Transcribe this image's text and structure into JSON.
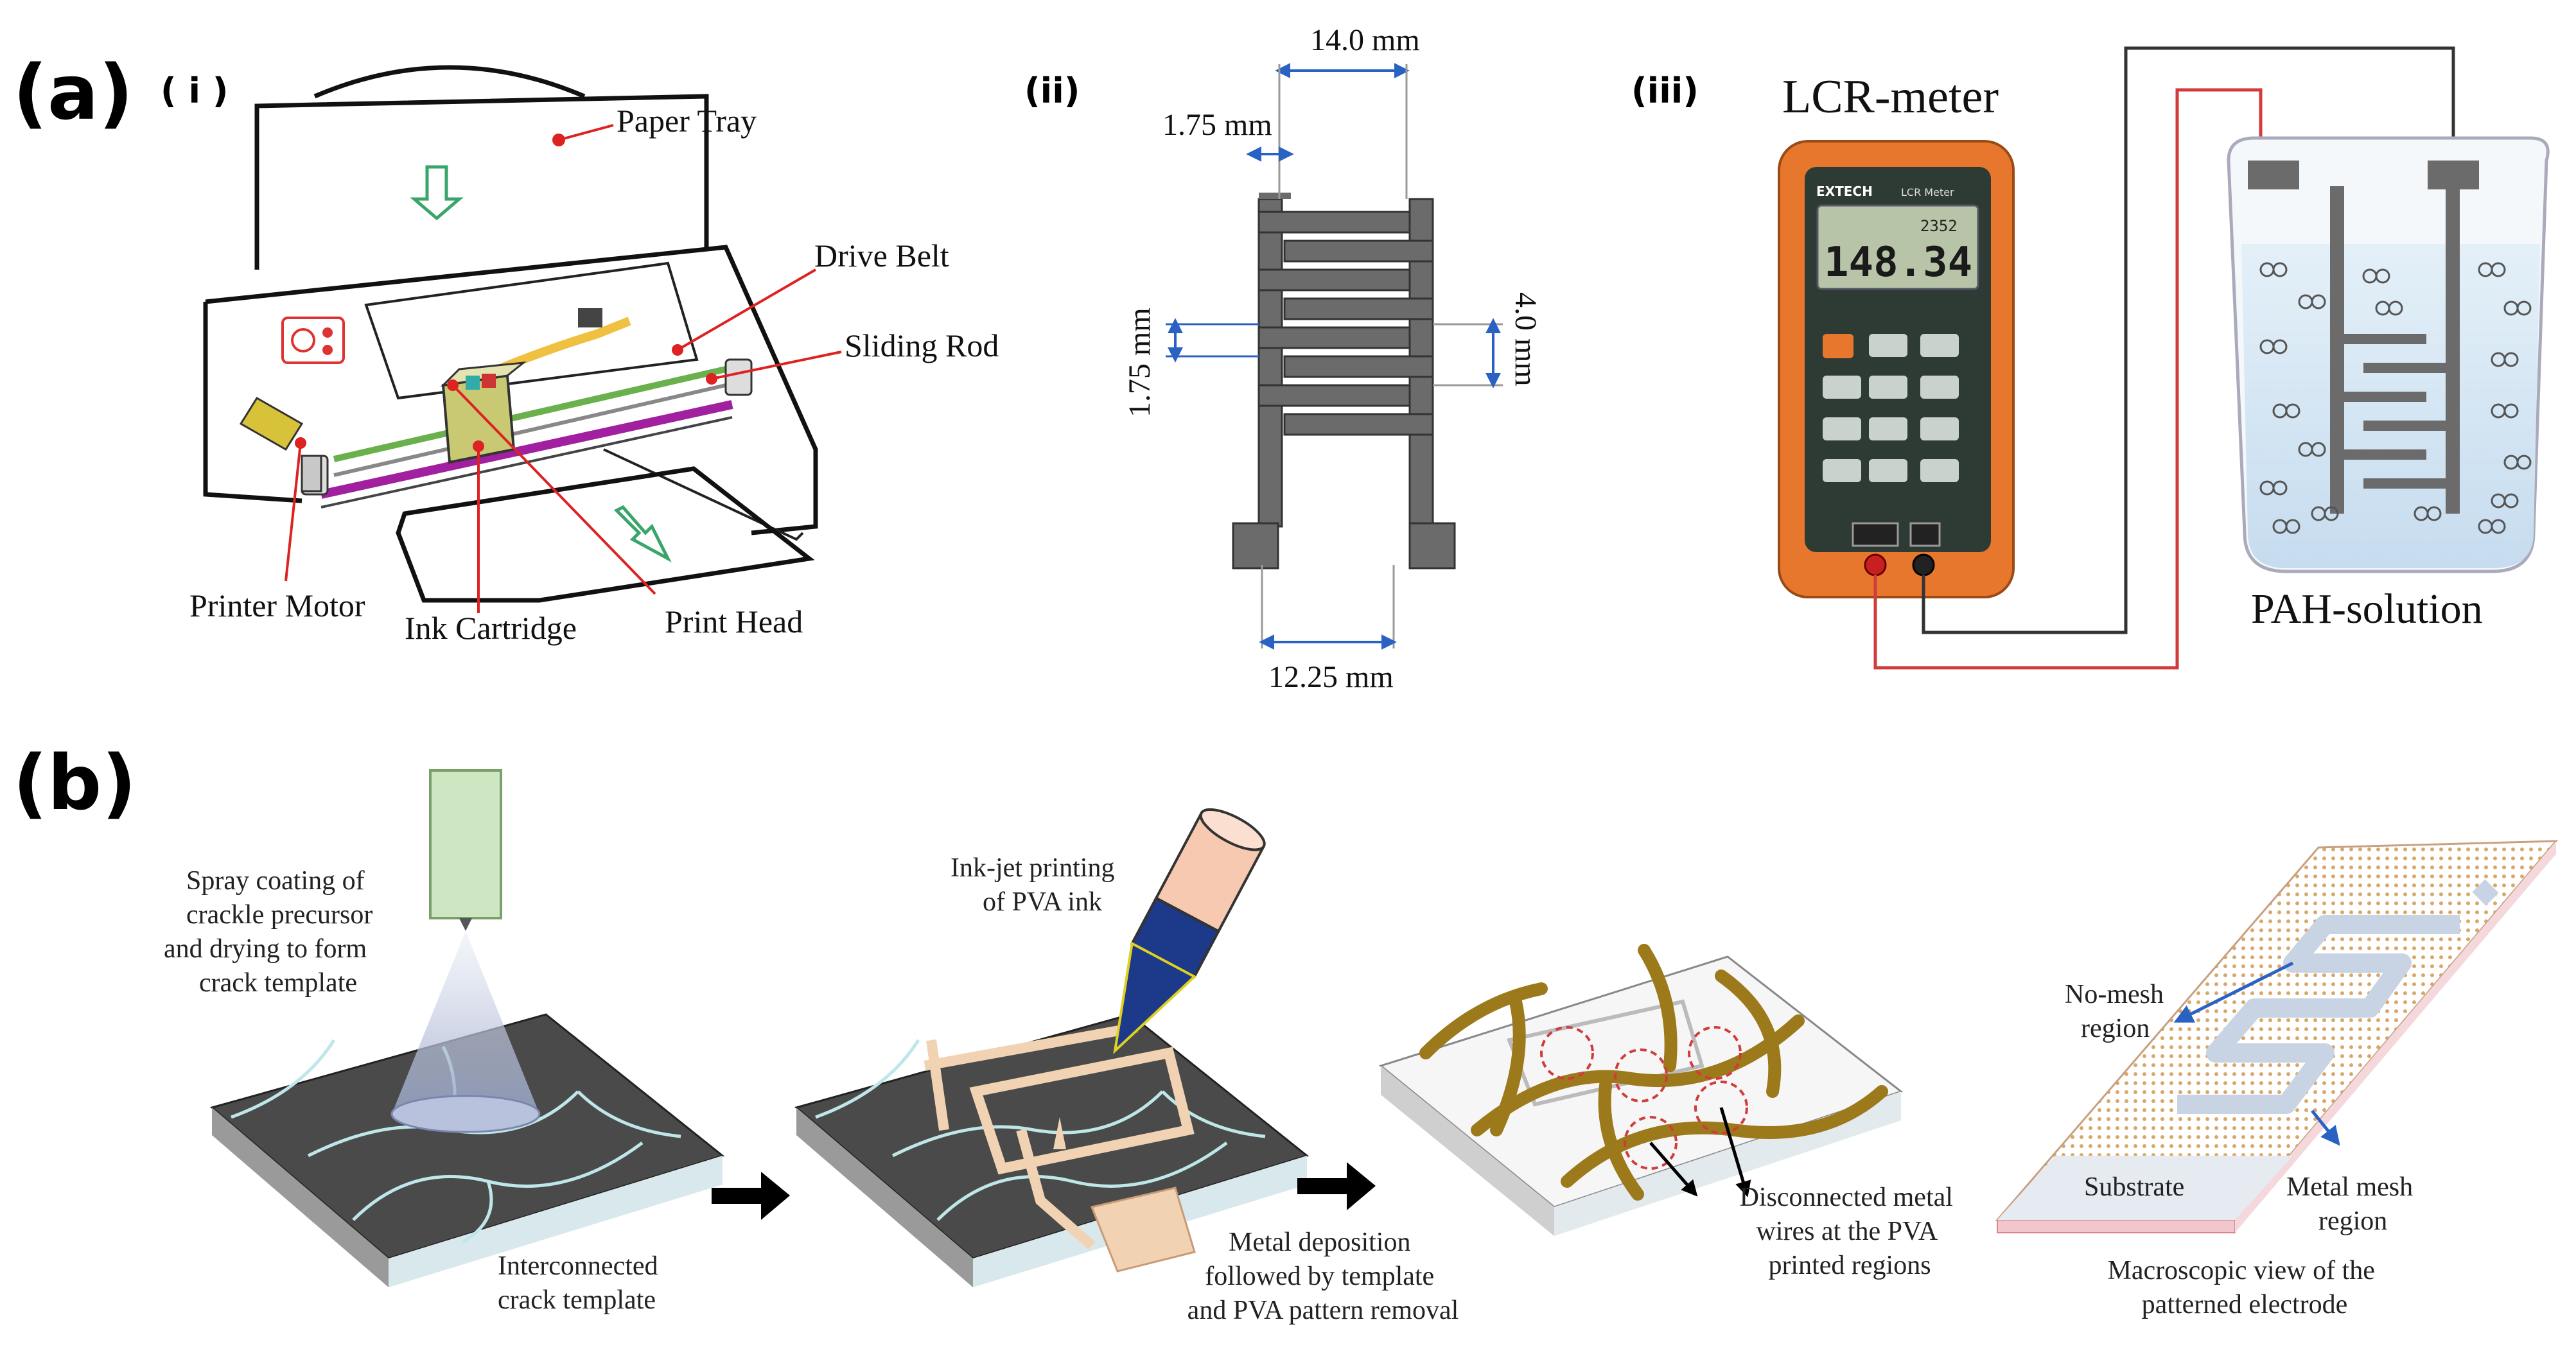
{
  "panels": {
    "a": {
      "label": "(a)",
      "sub_i": {
        "label": "( i )",
        "parts": {
          "paper_tray": "Paper Tray",
          "drive_belt": "Drive Belt",
          "sliding_rod": "Sliding Rod",
          "printer_motor": "Printer Motor",
          "ink_cartridge": "Ink Cartridge",
          "print_head": "Print Head"
        }
      },
      "sub_ii": {
        "label": "(ii)",
        "dimensions": {
          "width_top": "14.0 mm",
          "finger_width": "1.75 mm",
          "gap_left": "1.75 mm",
          "height_right": "4.0 mm",
          "width_bottom": "12.25 mm"
        }
      },
      "sub_iii": {
        "label": "(iii)",
        "instrument_title": "LCR-meter",
        "display_reading": "148.34",
        "display_small": "2352",
        "brand": "EXTECH",
        "model": "LCR Meter",
        "solution_label": "PAH-solution"
      }
    },
    "b": {
      "label": "(b)",
      "steps": {
        "spray": [
          "Spray coating of",
          "crackle precursor",
          "and drying to form",
          "crack template"
        ],
        "template": [
          "Interconnected",
          "crack template"
        ],
        "inkjet": [
          "Ink-jet printing",
          "of PVA ink"
        ],
        "deposition": [
          "Metal deposition",
          "followed by template",
          "and PVA pattern removal"
        ],
        "disconnected": [
          "Disconnected metal",
          "wires at the PVA",
          "printed regions"
        ],
        "no_mesh": [
          "No-mesh",
          "region"
        ],
        "substrate": "Substrate",
        "metal_mesh": [
          "Metal mesh",
          "region"
        ],
        "macroscopic": [
          "Macroscopic view of the",
          "patterned electrode"
        ]
      }
    }
  },
  "colors": {
    "meter_orange": "#e8772e",
    "meter_body": "#2e3b34",
    "lcd": "#b8c4a8",
    "crack_dark": "#4a4a4a",
    "crack_line": "#bfe6e8",
    "gold_wire": "#9c7a1c",
    "trace_gray": "#6b6b6b",
    "arrow_blue": "#2a62c4",
    "red_wire": "#d23b3b"
  }
}
